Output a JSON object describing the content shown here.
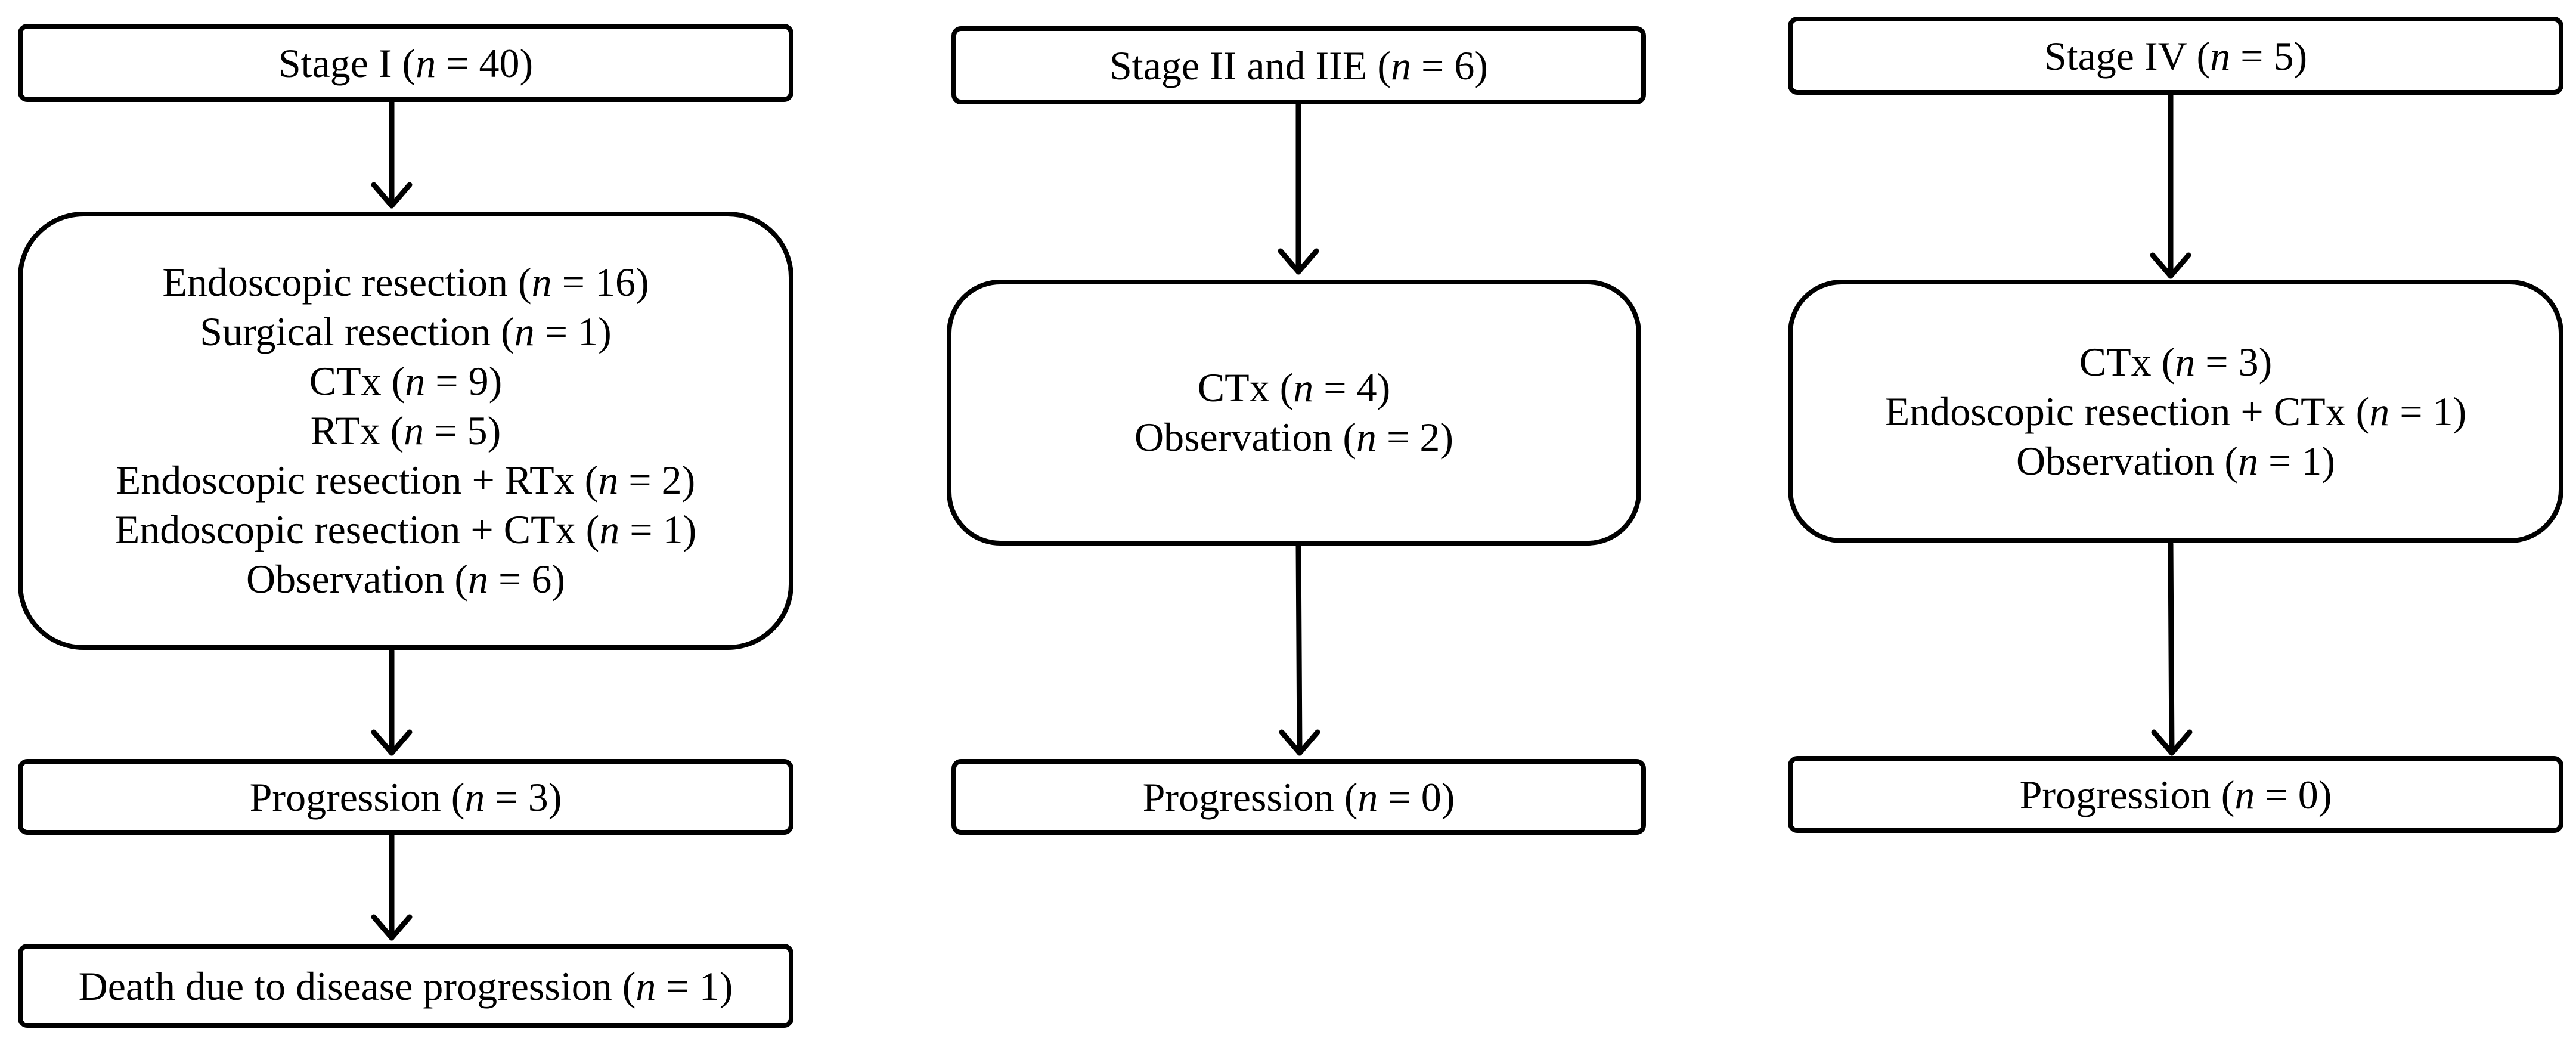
{
  "columns": [
    {
      "header": {
        "text": "Stage I (",
        "n": "n",
        "val": " = 40)"
      },
      "treatments": [
        {
          "text": "Endoscopic resection (",
          "n": "n",
          "val": " = 16)"
        },
        {
          "text": "Surgical resection (",
          "n": "n",
          "val": " = 1)"
        },
        {
          "text": "CTx (",
          "n": "n",
          "val": " = 9)"
        },
        {
          "text": "RTx (",
          "n": "n",
          "val": " = 5)"
        },
        {
          "text": "Endoscopic resection + RTx (",
          "n": "n",
          "val": " = 2)"
        },
        {
          "text": "Endoscopic resection + CTx (",
          "n": "n",
          "val": " = 1)"
        },
        {
          "text": "Observation (",
          "n": "n",
          "val": " = 6)"
        }
      ],
      "progression": {
        "text": "Progression (",
        "n": "n",
        "val": " = 3)"
      },
      "death": {
        "text": "Death due to disease progression (",
        "n": "n",
        "val": " = 1)"
      }
    },
    {
      "header": {
        "text": "Stage II and IIE (",
        "n": "n",
        "val": " = 6)"
      },
      "treatments": [
        {
          "text": "CTx (",
          "n": "n",
          "val": " = 4)"
        },
        {
          "text": "Observation (",
          "n": "n",
          "val": " = 2)"
        }
      ],
      "progression": {
        "text": "Progression (",
        "n": "n",
        "val": " = 0)"
      }
    },
    {
      "header": {
        "text": "Stage IV (",
        "n": "n",
        "val": " = 5)"
      },
      "treatments": [
        {
          "text": "CTx (",
          "n": "n",
          "val": " = 3)"
        },
        {
          "text": "Endoscopic resection + CTx (",
          "n": "n",
          "val": " = 1)"
        },
        {
          "text": "Observation (",
          "n": "n",
          "val": " = 1)"
        }
      ],
      "progression": {
        "text": "Progression (",
        "n": "n",
        "val": " = 0)"
      }
    }
  ]
}
